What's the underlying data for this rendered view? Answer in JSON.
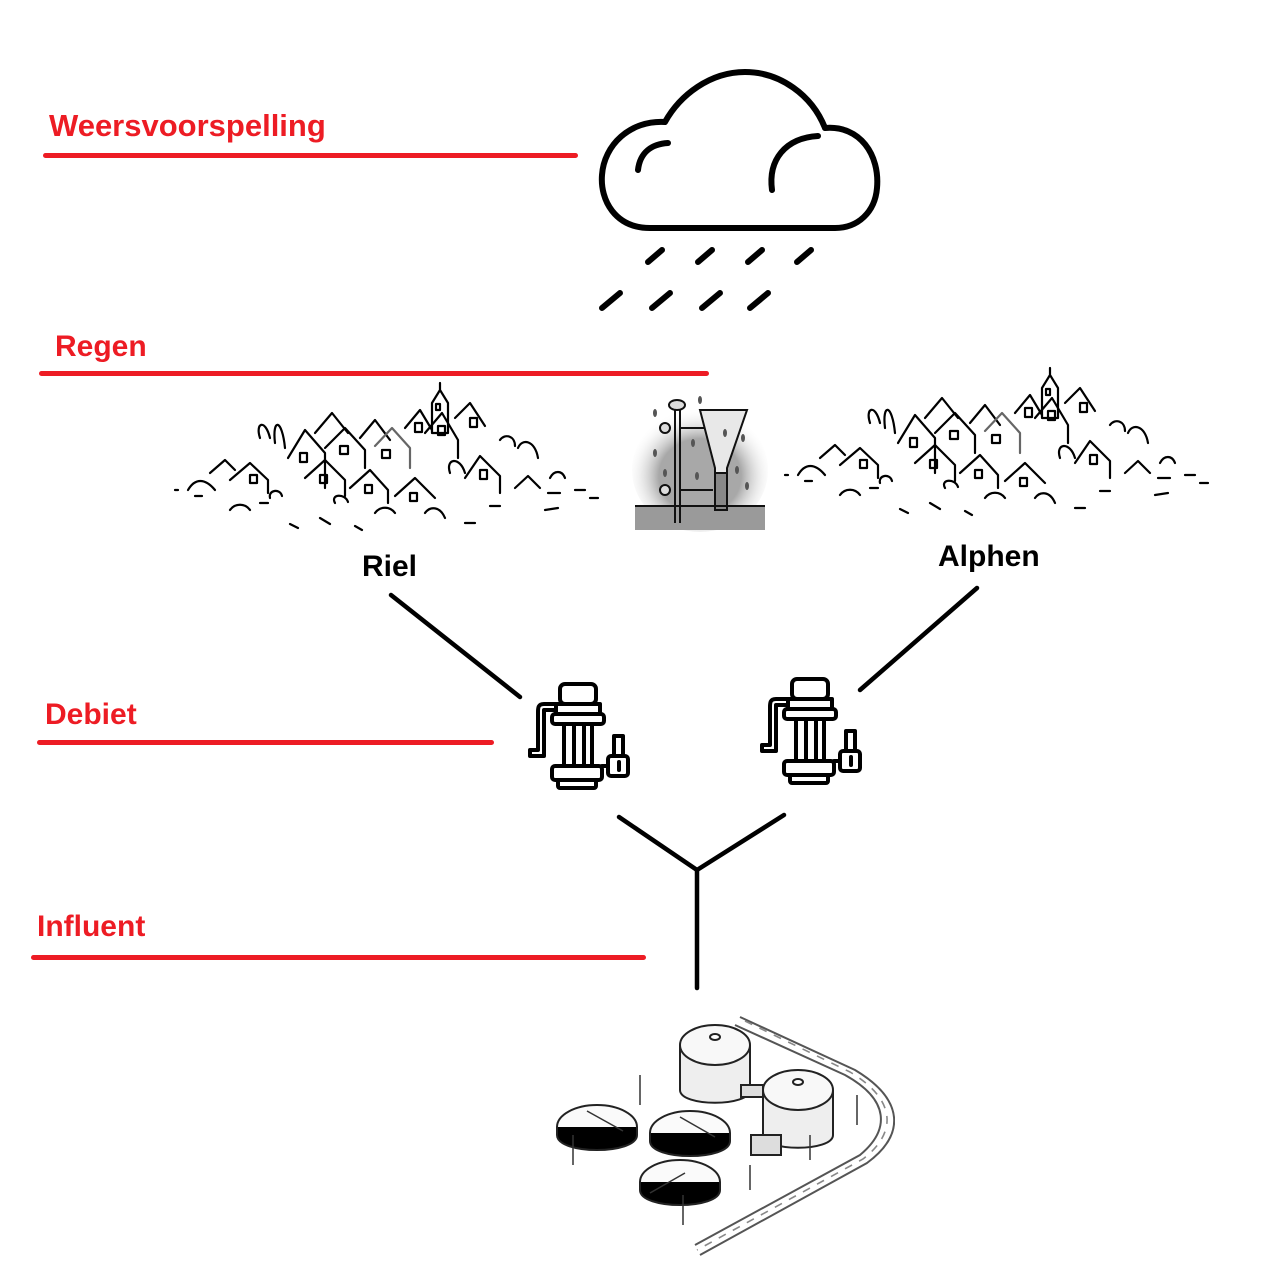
{
  "stages": [
    {
      "id": "weersvoorspelling",
      "label": "Weersvoorspelling",
      "icon": "rain-cloud-icon"
    },
    {
      "id": "regen",
      "label": "Regen",
      "icon": "rain-gauge-icon"
    },
    {
      "id": "debiet",
      "label": "Debiet",
      "icon": "submersible-pump-icon"
    },
    {
      "id": "influent",
      "label": "Influent",
      "icon": "wastewater-treatment-plant-icon"
    }
  ],
  "towns": [
    {
      "id": "riel",
      "label": "Riel",
      "icon": "village-sketch-icon"
    },
    {
      "id": "alphen",
      "label": "Alphen",
      "icon": "village-sketch-icon"
    }
  ],
  "flow": [
    {
      "from": "Riel",
      "to": "pump-left"
    },
    {
      "from": "Alphen",
      "to": "pump-right"
    },
    {
      "from": "pump-left",
      "to": "junction"
    },
    {
      "from": "pump-right",
      "to": "junction"
    },
    {
      "from": "junction",
      "to": "treatment-plant"
    }
  ],
  "colors": {
    "accent": "#ed1c24",
    "ink": "#000000",
    "background": "#ffffff"
  }
}
